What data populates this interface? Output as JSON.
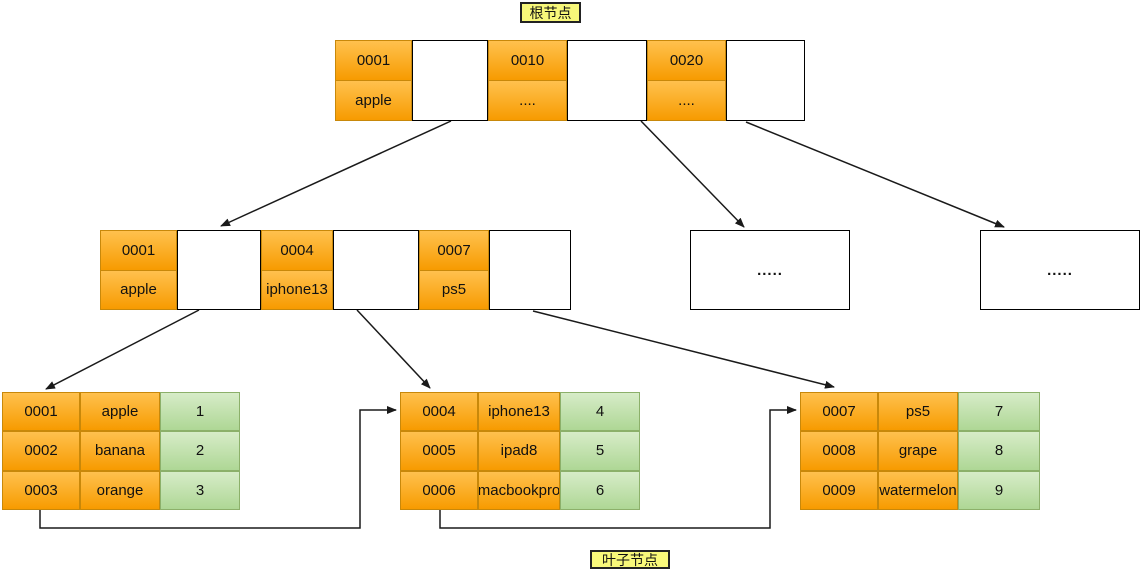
{
  "labels": {
    "root": "根节点",
    "leaf": "叶子节点"
  },
  "root_node": {
    "cells": [
      {
        "key": "0001",
        "value": "apple"
      },
      {
        "key": "0010",
        "value": "...."
      },
      {
        "key": "0020",
        "value": "...."
      }
    ]
  },
  "internal_node": {
    "cells": [
      {
        "key": "0001",
        "value": "apple"
      },
      {
        "key": "0004",
        "value": "iphone13"
      },
      {
        "key": "0007",
        "value": "ps5"
      }
    ]
  },
  "ellipsis_nodes": [
    {
      "text": "....."
    },
    {
      "text": "....."
    }
  ],
  "leaf_nodes": [
    {
      "rows": [
        {
          "id": "0001",
          "name": "apple",
          "num": "1"
        },
        {
          "id": "0002",
          "name": "banana",
          "num": "2"
        },
        {
          "id": "0003",
          "name": "orange",
          "num": "3"
        }
      ]
    },
    {
      "rows": [
        {
          "id": "0004",
          "name": "iphone13",
          "num": "4"
        },
        {
          "id": "0005",
          "name": "ipad8",
          "num": "5"
        },
        {
          "id": "0006",
          "name": "macbookpro",
          "num": "6"
        }
      ]
    },
    {
      "rows": [
        {
          "id": "0007",
          "name": "ps5",
          "num": "7"
        },
        {
          "id": "0008",
          "name": "grape",
          "num": "8"
        },
        {
          "id": "0009",
          "name": "watermelon",
          "num": "9"
        }
      ]
    }
  ],
  "colors": {
    "orange_top": "#FFC14E",
    "orange_bottom": "#F79B00",
    "orange_border": "#C8880A",
    "green_top": "#D7ECC8",
    "green_bottom": "#AED795",
    "green_border": "#8CB06A",
    "label_bg": "#F8F87A",
    "arrow": "#1a1a1a"
  }
}
